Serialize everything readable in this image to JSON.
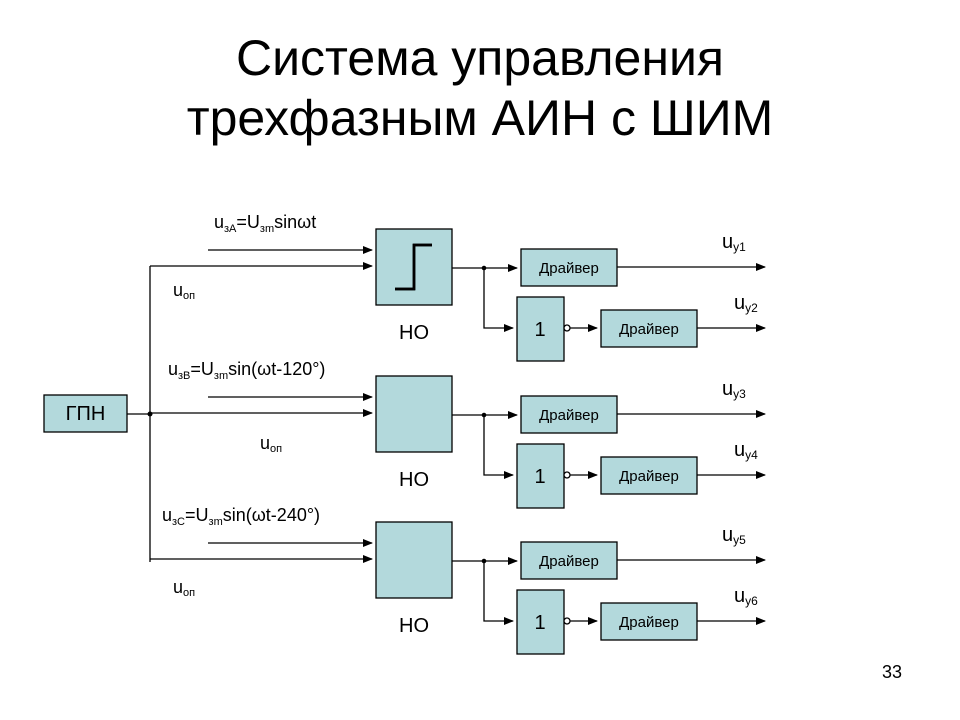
{
  "title": {
    "line1": "Система управления",
    "line2": "трехфазным АИН с ШИМ"
  },
  "gpn_label": "ГПН",
  "phases": [
    {
      "ref_u": "u",
      "ref_sub": "зA",
      "ref_eq": "=U",
      "ref_eq_sub": "зm",
      "ref_tail": "sinωt",
      "carrier_u": "u",
      "carrier_sub": "оп",
      "comparator_label": "НО",
      "driver_top": "Драйвер",
      "inverter": "1",
      "driver_bottom": "Драйвер",
      "out_top": {
        "u": "u",
        "sub": "y1"
      },
      "out_bottom": {
        "u": "u",
        "sub": "y2"
      },
      "out_color": "#1f3fb0"
    },
    {
      "ref_u": "u",
      "ref_sub": "зB",
      "ref_eq": "=U",
      "ref_eq_sub": "зm",
      "ref_tail": "sin(ωt-120°)",
      "carrier_u": "u",
      "carrier_sub": "оп",
      "comparator_label": "НО",
      "driver_top": "Драйвер",
      "inverter": "1",
      "driver_bottom": "Драйвер",
      "out_top": {
        "u": "u",
        "sub": "y3"
      },
      "out_bottom": {
        "u": "u",
        "sub": "y4"
      },
      "out_color": "#d0301c"
    },
    {
      "ref_u": "u",
      "ref_sub": "зC",
      "ref_eq": "=U",
      "ref_eq_sub": "зm",
      "ref_tail": "sin(ωt-240°)",
      "carrier_u": "u",
      "carrier_sub": "оп",
      "comparator_label": "НО",
      "driver_top": "Драйвер",
      "inverter": "1",
      "driver_bottom": "Драйвер",
      "out_top": {
        "u": "u",
        "sub": "y5"
      },
      "out_bottom": {
        "u": "u",
        "sub": "y6"
      },
      "out_color": "#b0208a"
    }
  ],
  "page_number": "33"
}
